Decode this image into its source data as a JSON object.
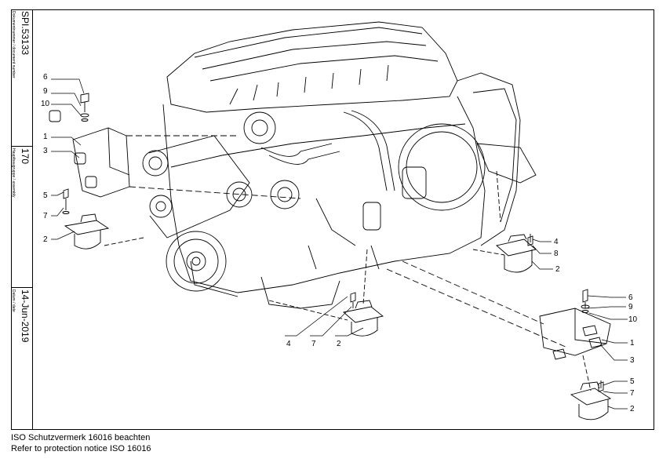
{
  "sidebar": {
    "doc_number_label": "Dokumentnummer / document number",
    "doc_number": "SPI.53133",
    "assembly_label": "Hauptbaugruppe / assembly",
    "assembly": "170",
    "date_label": "Datum / date",
    "date": "14-Jun-2019"
  },
  "callouts": {
    "c6a": "6",
    "c9a": "9",
    "c10a": "10",
    "c1a": "1",
    "c3a": "3",
    "c5a": "5",
    "c7a": "7",
    "c2a": "2",
    "c4b": "4",
    "c8b": "8",
    "c2b": "2",
    "c4c": "4",
    "c7c": "7",
    "c2c": "2",
    "c6d": "6",
    "c9d": "9",
    "c10d": "10",
    "c1d": "1",
    "c3d": "3",
    "c5d": "5",
    "c7d": "7",
    "c2d": "2"
  },
  "footer": {
    "line_de": "ISO Schutzvermerk 16016 beachten",
    "line_en": "Refer to protection notice ISO 16016"
  },
  "colors": {
    "ink": "#000000",
    "paper": "#ffffff"
  }
}
